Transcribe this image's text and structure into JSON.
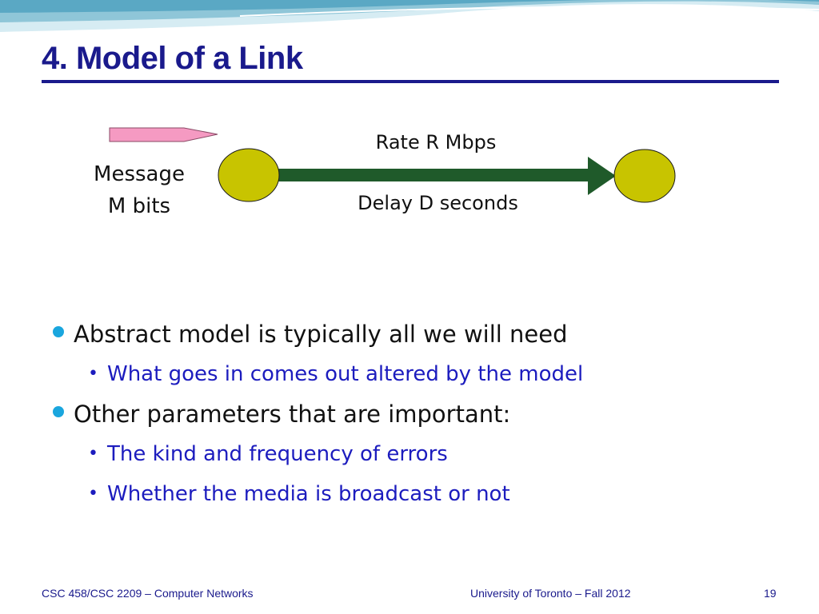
{
  "slide": {
    "title": "4. Model of a Link",
    "number": "19"
  },
  "diagram": {
    "message_line1": "Message",
    "message_line2": "M bits",
    "rate_label": "Rate R Mbps",
    "delay_label": "Delay D seconds",
    "colors": {
      "message_arrow": "#f59ac2",
      "node_fill": "#c8c400",
      "link_arrow": "#1f5a2a"
    }
  },
  "bullets": [
    {
      "text": "Abstract model is typically all we will need",
      "sub": [
        "What goes in comes out altered by the model"
      ]
    },
    {
      "text": "Other parameters that are important:",
      "sub": [
        "The kind and frequency of errors",
        "Whether the media is broadcast or not"
      ]
    }
  ],
  "footer": {
    "left": "CSC 458/CSC 2209 – Computer Networks",
    "center": "University of Toronto – Fall 2012"
  },
  "colors": {
    "title": "#1a1a8c",
    "bullet_dot": "#1aa6de",
    "sub_text": "#1c1cbe"
  }
}
